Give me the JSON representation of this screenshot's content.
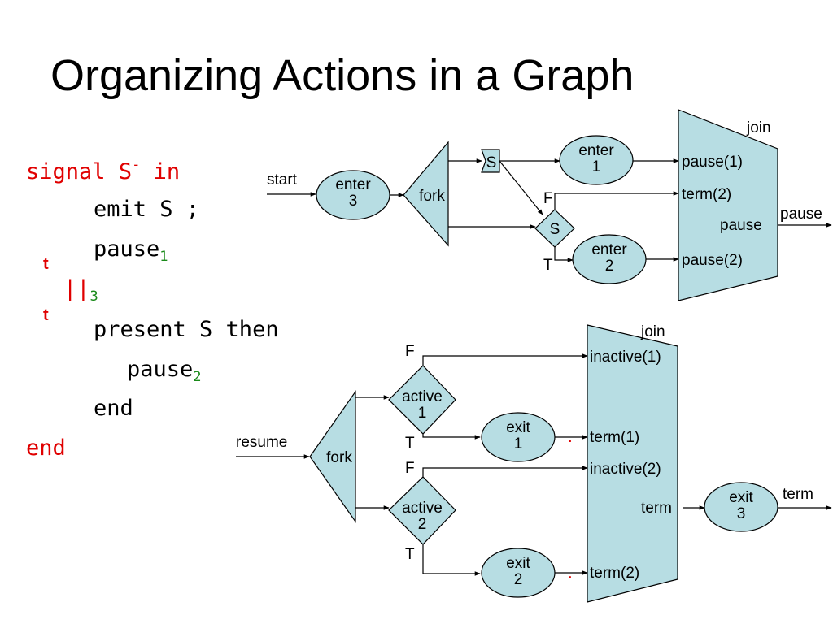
{
  "title": "Organizing Actions in a Graph",
  "code": {
    "line1_kw1": "signal",
    "line1_sig": "S",
    "line1_sup": "-",
    "line1_kw2": "in",
    "line2": "emit S ;",
    "line3_main": "pause",
    "line3_sub": "1",
    "par_main": "||",
    "par_sub": "3",
    "line5": "present S then",
    "line6_main": "pause",
    "line6_sub": "2",
    "line7": "end",
    "line8": "end",
    "t_mark": "t"
  },
  "top_graph": {
    "start": "start",
    "enter3_a": "enter",
    "enter3_b": "3",
    "fork": "fork",
    "s_emit": "S",
    "enter1_a": "enter",
    "enter1_b": "1",
    "f": "F",
    "s_test": "S",
    "t": "T",
    "enter2_a": "enter",
    "enter2_b": "2",
    "join": "join",
    "pause1": "pause(1)",
    "term2": "term(2)",
    "pause_in": "pause",
    "pause2": "pause(2)",
    "pause_out": "pause"
  },
  "bottom_graph": {
    "resume": "resume",
    "fork": "fork",
    "f1": "F",
    "active1_a": "active",
    "active1_b": "1",
    "t1": "T",
    "exit1_a": "exit",
    "exit1_b": "1",
    "f2": "F",
    "active2_a": "active",
    "active2_b": "2",
    "t2": "T",
    "exit2_a": "exit",
    "exit2_b": "2",
    "join": "join",
    "inactive1": "inactive(1)",
    "term1": "term(1)",
    "inactive2": "inactive(2)",
    "term_in": "term",
    "term2": "term(2)",
    "exit3_a": "exit",
    "exit3_b": "3",
    "term_out": "term",
    "dot": "."
  }
}
